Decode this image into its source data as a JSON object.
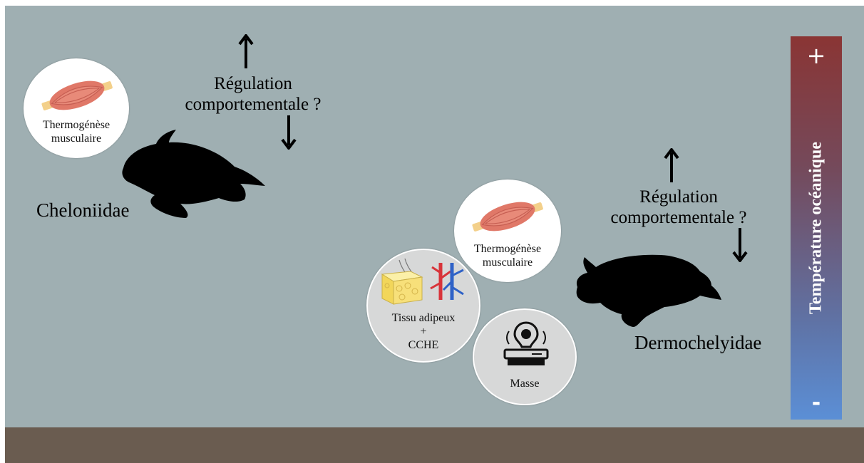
{
  "cheloniidae": {
    "family": "Cheloniidae",
    "regulation": "Régulation\ncomportementale ?",
    "muscle_circle": "Thermogénèse\nmusculaire"
  },
  "dermochelyidae": {
    "family": "Dermochelyidae",
    "regulation": "Régulation\ncomportementale ?",
    "muscle_circle": "Thermogénèse\nmusculaire",
    "adipose_circle": "Tissu adipeux\n+\nCCHE",
    "mass_circle": "Masse"
  },
  "scale": {
    "title": "Température océanique",
    "high": "+",
    "low": "-",
    "color_high": "#8a3534",
    "color_low": "#5b8fd6"
  },
  "colors": {
    "water": "#9fafb2",
    "seabed": "#6a5c50"
  },
  "icons": [
    "muscle-icon",
    "adipose-tissue-icon",
    "blood-vessels-icon",
    "weight-icon",
    "turtle-silhouette",
    "arrow-up-icon",
    "arrow-down-icon"
  ]
}
